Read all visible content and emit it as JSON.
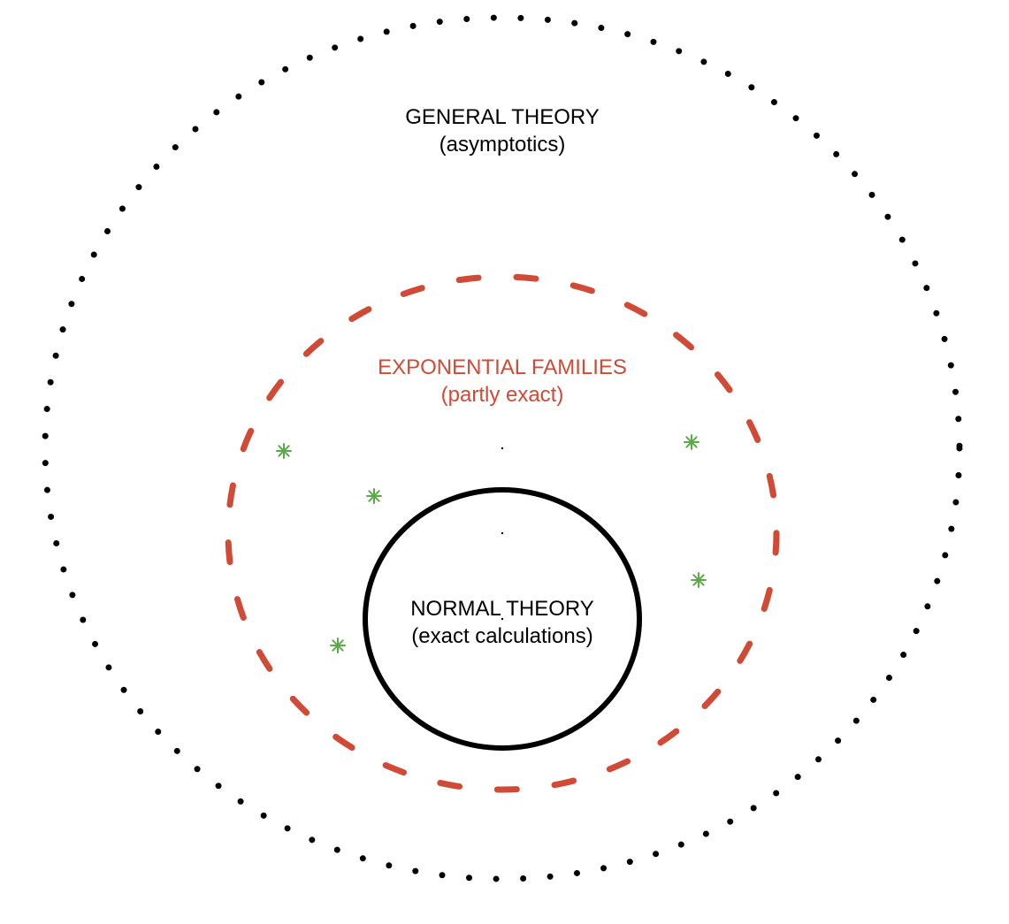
{
  "regions": {
    "general": {
      "title": "GENERAL THEORY",
      "subtitle": "(asymptotics)",
      "color": "#000000",
      "border_style": "dotted"
    },
    "exponential": {
      "title": "EXPONENTIAL FAMILIES",
      "subtitle": "(partly exact)",
      "color": "#d04a35",
      "border_style": "dashed"
    },
    "normal": {
      "title": "NORMAL THEORY",
      "subtitle": "(exact calculations)",
      "color": "#000000",
      "border_style": "solid"
    }
  },
  "markers": {
    "symbol": "asterisk",
    "color": "#5aaa48",
    "count": 5
  }
}
